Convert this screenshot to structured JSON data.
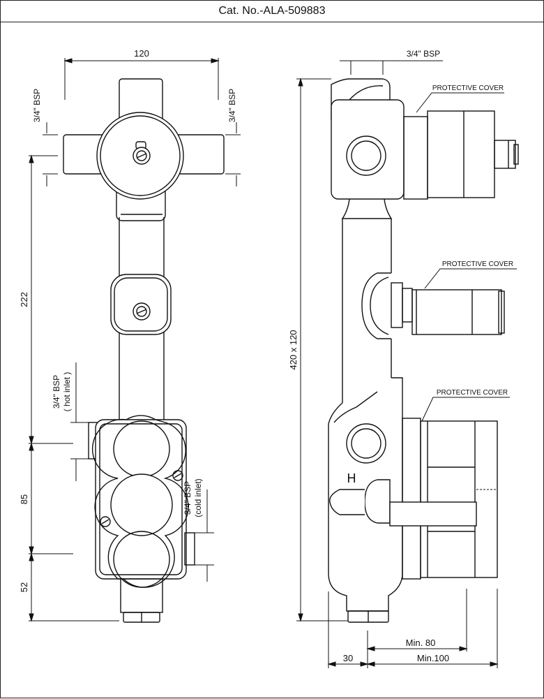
{
  "header": {
    "catalog": "Cat. No.-ALA-509883"
  },
  "front_view": {
    "dim_width": "120",
    "port_left": "3/4\" BSP",
    "port_right": "3/4\" BSP",
    "dim_222": "222",
    "dim_85": "85",
    "dim_52": "52",
    "hot_inlet_1": "3/4\" BSP",
    "hot_inlet_2": "( hot inlet )",
    "cold_inlet_1": "3/4\" BSP",
    "cold_inlet_2": "(cold inlet)"
  },
  "side_view": {
    "top_port": "3/4\" BSP",
    "cover_1": "PROTECTIVE COVER",
    "cover_2": "PROTECTIVE COVER",
    "cover_3": "PROTECTIVE COVER",
    "dim_height": "420 x 120",
    "hot_mark": "H",
    "dim_min80": "Min. 80",
    "dim_min100": "Min.100",
    "dim_30": "30"
  }
}
